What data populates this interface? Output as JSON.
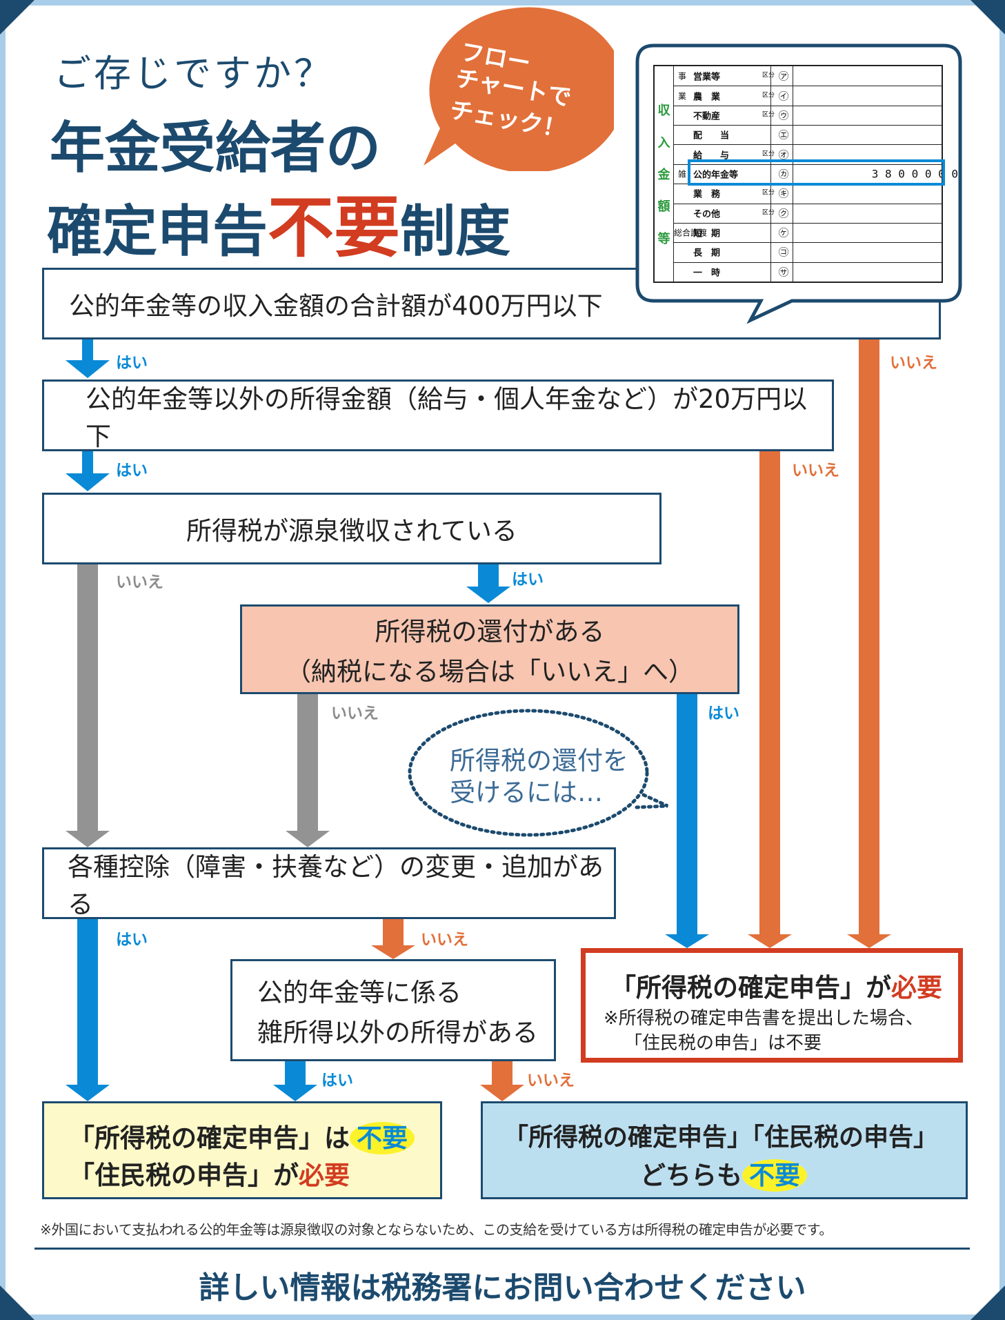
{
  "header": {
    "subtitle": "ご存じですか？",
    "title_line1": "年金受給者の",
    "title_line2_a": "確定申告",
    "title_line2_b": "不要",
    "title_line2_c": "制度",
    "bubble_l1": "フロー",
    "bubble_l2": "チャートで",
    "bubble_l3": "チェック！"
  },
  "form": {
    "side_label": [
      "収",
      "入",
      "金",
      "額",
      "等"
    ],
    "rows": [
      {
        "cat": "事",
        "name": "営業等",
        "kbn": "区分",
        "mark": "㋐",
        "value": ""
      },
      {
        "cat": "業",
        "name": "農　業",
        "kbn": "区分",
        "mark": "㋑",
        "value": ""
      },
      {
        "cat": "",
        "name": "不動産",
        "kbn": "区分",
        "mark": "㋒",
        "value": ""
      },
      {
        "cat": "",
        "name": "配　　当",
        "kbn": "",
        "mark": "㋓",
        "value": ""
      },
      {
        "cat": "",
        "name": "給　　与",
        "kbn": "区分",
        "mark": "㋔",
        "value": ""
      },
      {
        "cat": "雑",
        "name": "公的年金等",
        "kbn": "",
        "mark": "㋕",
        "value": "3800000"
      },
      {
        "cat": "",
        "name": "業　務",
        "kbn": "区分",
        "mark": "㋖",
        "value": ""
      },
      {
        "cat": "",
        "name": "その他",
        "kbn": "区分",
        "mark": "㋗",
        "value": ""
      },
      {
        "cat": "総合譲渡",
        "name": "短　期",
        "kbn": "",
        "mark": "㋘",
        "value": ""
      },
      {
        "cat": "",
        "name": "長　期",
        "kbn": "",
        "mark": "㋙",
        "value": ""
      },
      {
        "cat": "",
        "name": "一　時",
        "kbn": "",
        "mark": "㋚",
        "value": ""
      }
    ]
  },
  "flow": {
    "q1": "公的年金等の収入金額の合計額が400万円以下",
    "q2": "公的年金等以外の所得金額（給与・個人年金など）が20万円以下",
    "q3": "所得税が源泉徴収されている",
    "q4_l1": "所得税の還付がある",
    "q4_l2": "（納税になる場合は「いいえ」へ）",
    "q5": "各種控除（障害・扶養など）の変更・追加がある",
    "q6_l1": "公的年金等に係る",
    "q6_l2": "雑所得以外の所得がある",
    "thought_l1": "所得税の還付を",
    "thought_l2": "受けるには…",
    "yes": "はい",
    "no": "いいえ"
  },
  "results": {
    "required_title_a": "「所得税の確定申告」が",
    "required_title_b": "必要",
    "required_note_l1": "※所得税の確定申告書を提出した場合、",
    "required_note_l2": "「住民税の申告」は不要",
    "r1_l1_a": "「所得税の確定申告」は",
    "r1_l1_b": "不要",
    "r1_l2_a": "「住民税の申告」が",
    "r1_l2_b": "必要",
    "r2_l1": "「所得税の確定申告」「住民税の申告」",
    "r2_l2_a": "どちらも",
    "r2_l2_b": "不要"
  },
  "footer": {
    "note": "※外国において支払われる公的年金等は源泉徴収の対象とならないため、この支給を受けている方は所得税の確定申告が必要です。",
    "contact": "詳しい情報は税務署にお問い合わせください"
  },
  "colors": {
    "navy": "#1c4a6e",
    "blue_arrow": "#0a8ad6",
    "orange": "#e2703a",
    "gray_arrow": "#939393",
    "red": "#d23c21",
    "pink_box": "#f7c5b0",
    "yellow_box": "#fdf9c9",
    "lightblue_box": "#bcdff0",
    "highlight": "#fcf22a"
  }
}
